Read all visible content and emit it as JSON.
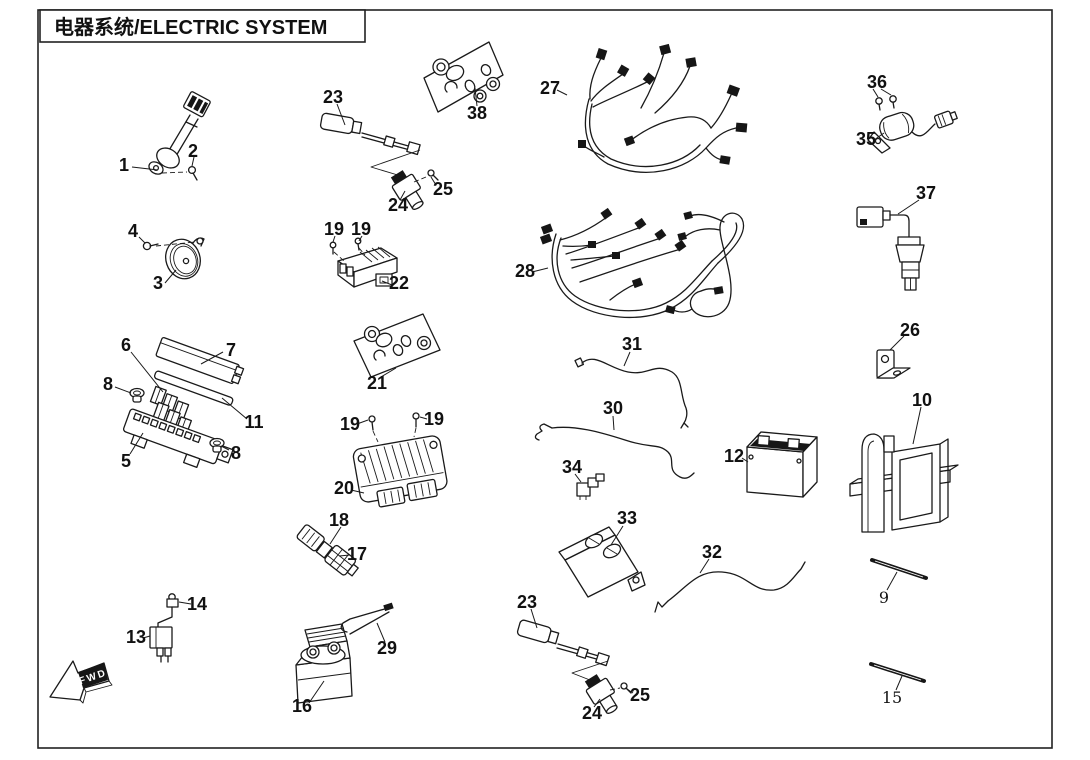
{
  "title": {
    "text": "电器系统/ELECTRIC SYSTEM"
  },
  "direction_label": "FWD",
  "callouts": {
    "part1": "1",
    "part2": "2",
    "part3": "3",
    "part4": "4",
    "part5": "5",
    "part6": "6",
    "part7": "7",
    "part8a": "8",
    "part8b": "8",
    "part9": "9",
    "part10": "10",
    "part11": "11",
    "part12": "12",
    "part13": "13",
    "part14": "14",
    "part15": "15",
    "part16": "16",
    "part17": "17",
    "part18": "18",
    "part19a": "19",
    "part19b": "19",
    "part19c": "19",
    "part19d": "19",
    "part20": "20",
    "part21": "21",
    "part22": "22",
    "part23a": "23",
    "part23b": "23",
    "part24a": "24",
    "part24b": "24",
    "part25a": "25",
    "part25b": "25",
    "part26": "26",
    "part27": "27",
    "part28": "28",
    "part29": "29",
    "part30": "30",
    "part31": "31",
    "part32": "32",
    "part33": "33",
    "part34": "34",
    "part35": "35",
    "part36": "36",
    "part37": "37",
    "part38": "38"
  }
}
